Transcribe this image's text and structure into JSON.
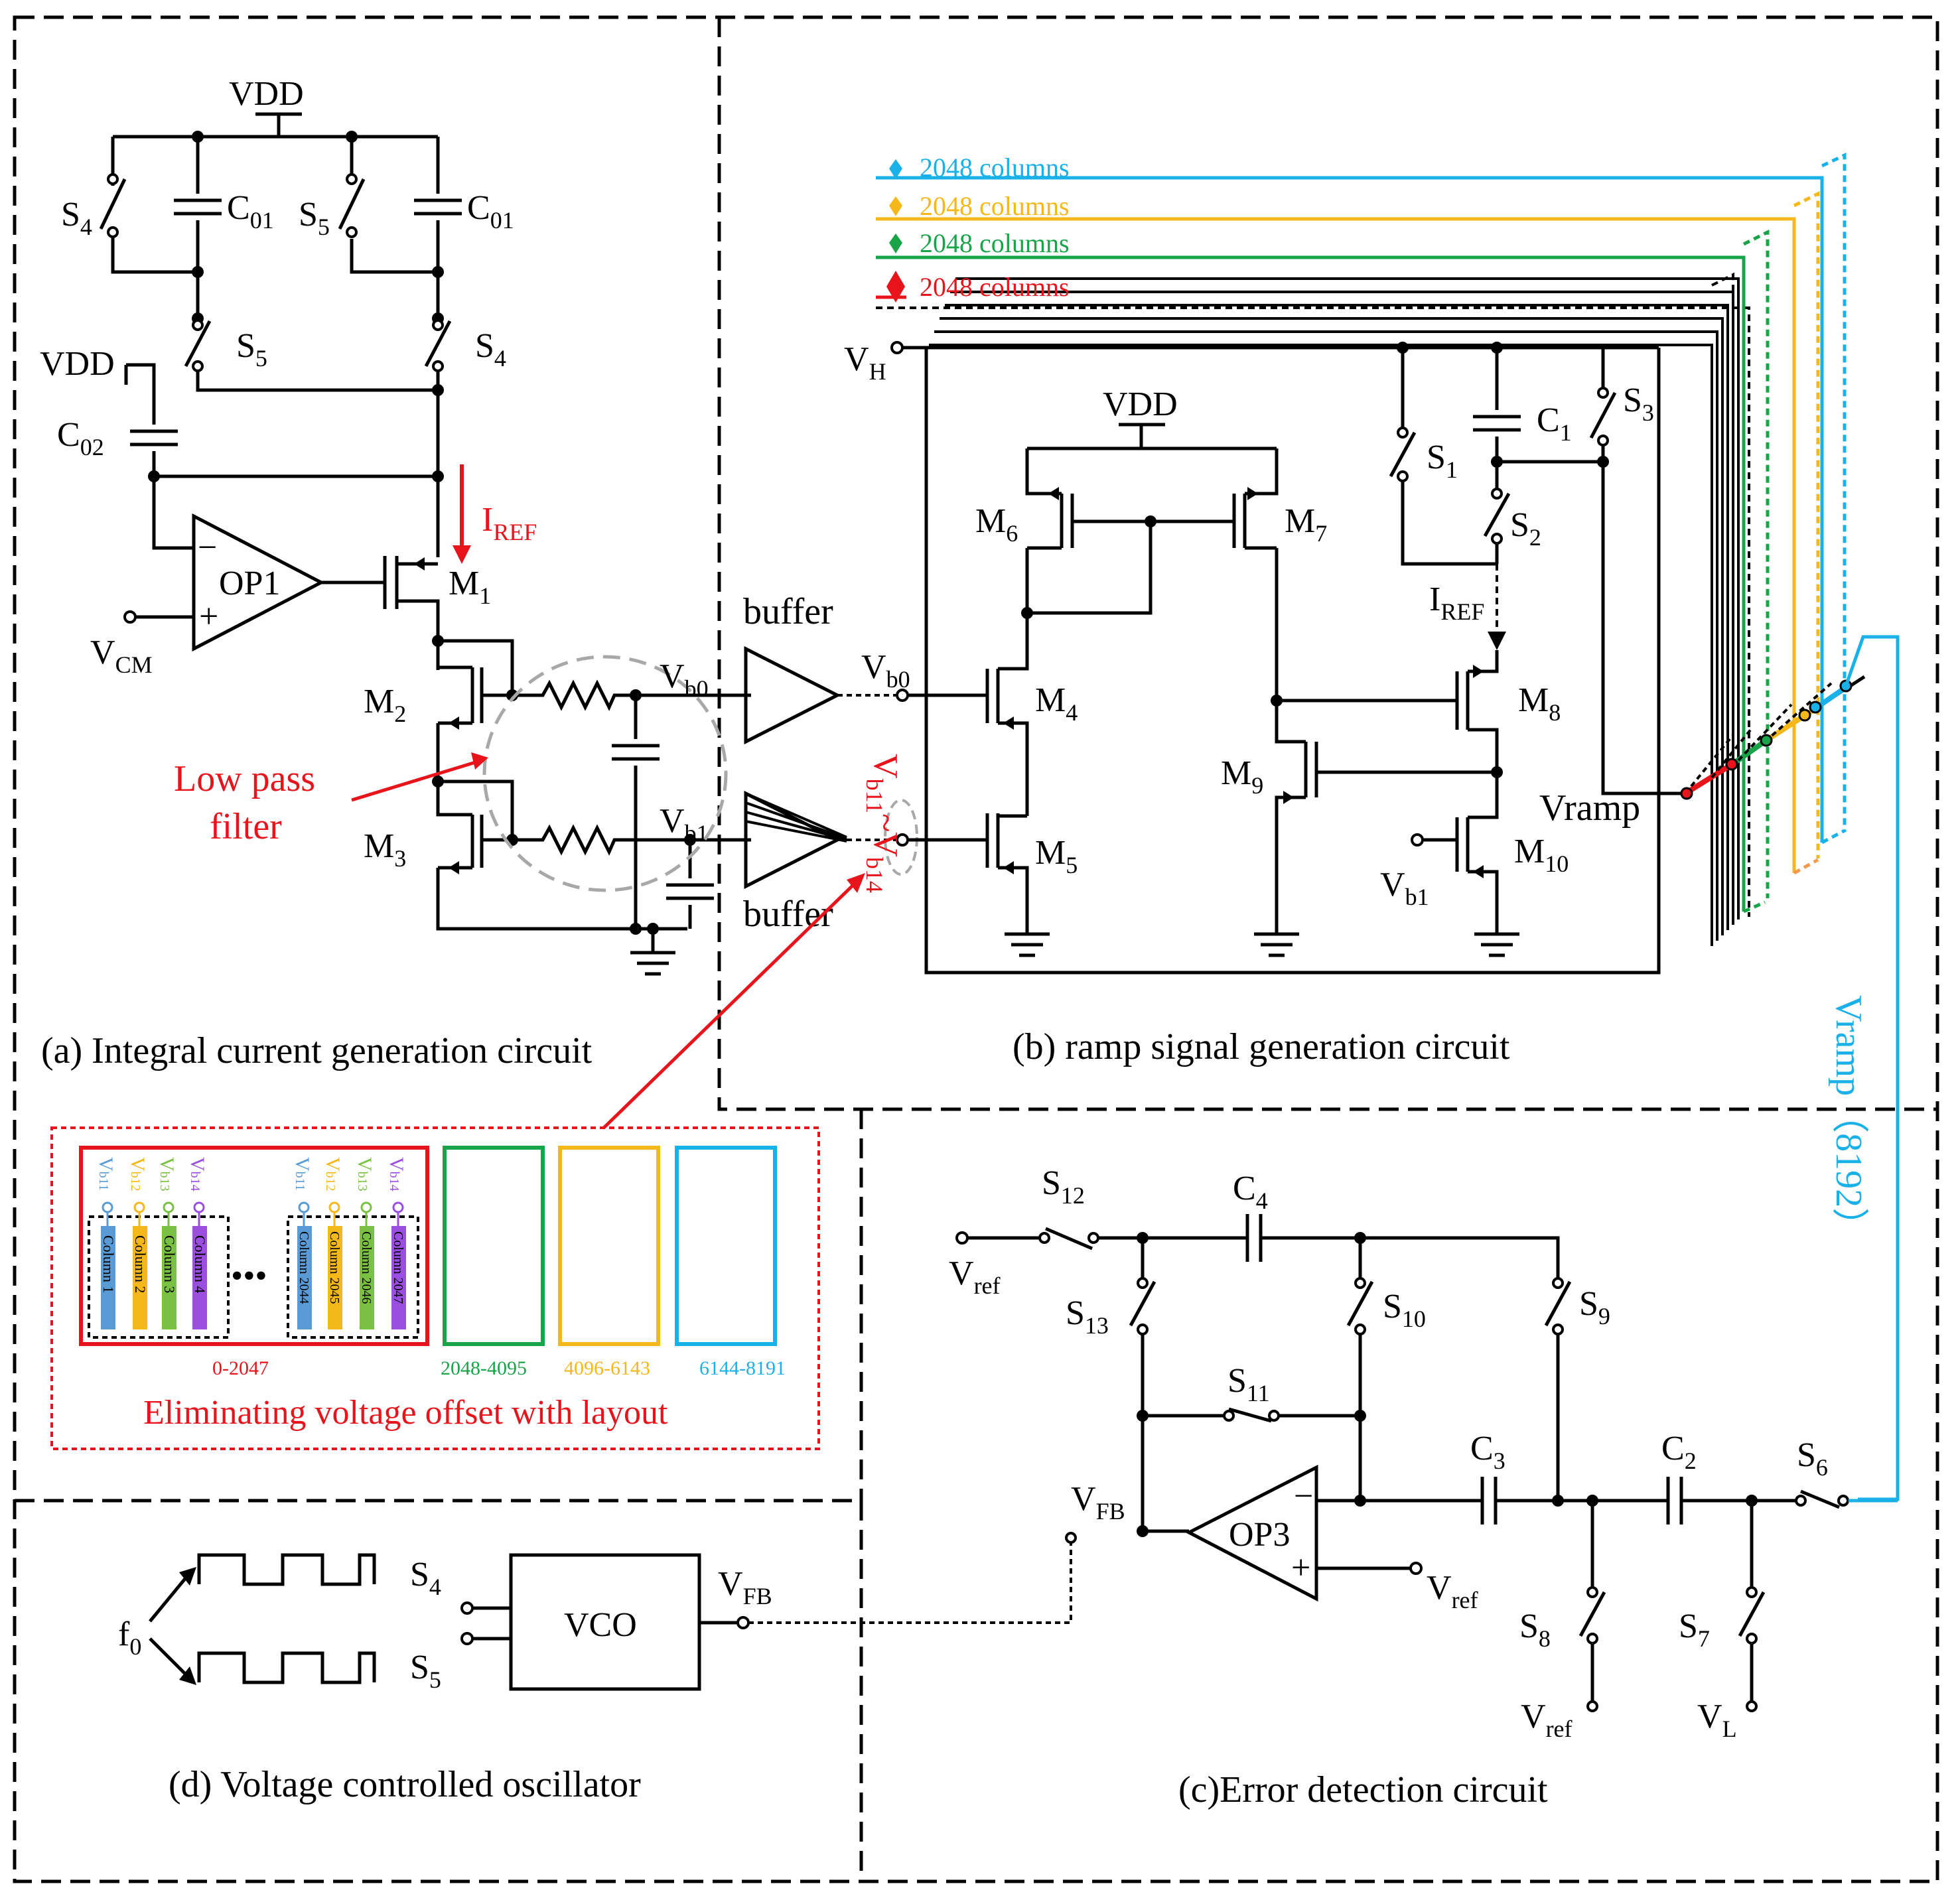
{
  "colors": {
    "red": "#e8141c",
    "blue": "#1ab0e8",
    "yellow": "#f5b81a",
    "green": "#19a44a",
    "purple": "#9b4fe0",
    "lightblue": "#5b9bd5",
    "lime": "#7ac143",
    "gray": "#a8a8a8"
  },
  "panels": {
    "a": "(a) Integral current generation circuit",
    "b": "(b) ramp signal generation circuit",
    "c": "(c)Error detection circuit",
    "d": "(d) Voltage controlled oscillator"
  },
  "panel_a": {
    "vdd": "VDD",
    "vdd2": "VDD",
    "s4": "S",
    "s4_sub": "4",
    "s5": "S",
    "s5_sub": "5",
    "s5b": "S",
    "s5b_sub": "5",
    "s4b": "S",
    "s4b_sub": "4",
    "c01a": "C",
    "c01a_sub": "01",
    "c01b": "C",
    "c01b_sub": "01",
    "c02": "C",
    "c02_sub": "02",
    "iref": "I",
    "iref_sub": "REF",
    "op1": "OP1",
    "vcm": "V",
    "vcm_sub": "CM",
    "m1": "M",
    "m1_sub": "1",
    "m2": "M",
    "m2_sub": "2",
    "m3": "M",
    "m3_sub": "3",
    "lpf1": "Low pass",
    "lpf2": "filter",
    "vb0": "V",
    "vb0_sub": "b0",
    "vb1": "V",
    "vb1_sub": "b1",
    "buffer1": "buffer",
    "buffer2": "buffer"
  },
  "panel_b": {
    "columns": [
      {
        "label": "2048 columns",
        "color": "blue"
      },
      {
        "label": "2048 columns",
        "color": "yellow"
      },
      {
        "label": "2048 columns",
        "color": "green"
      },
      {
        "label": "2048 columns",
        "color": "red"
      }
    ],
    "vh": "V",
    "vh_sub": "H",
    "vdd": "VDD",
    "c1": "C",
    "c1_sub": "1",
    "s1": "S",
    "s1_sub": "1",
    "s2": "S",
    "s2_sub": "2",
    "s3": "S",
    "s3_sub": "3",
    "iref": "I",
    "iref_sub": "REF",
    "m4": "M",
    "m4_sub": "4",
    "m5": "M",
    "m5_sub": "5",
    "m6": "M",
    "m6_sub": "6",
    "m7": "M",
    "m7_sub": "7",
    "m8": "M",
    "m8_sub": "8",
    "m9": "M",
    "m9_sub": "9",
    "m10": "M",
    "m10_sub": "10",
    "vb0": "V",
    "vb0_sub": "b0",
    "vb1": "V",
    "vb1_sub": "b1",
    "vb11_14": "V",
    "vb11_sub": "b11",
    "vb14_sep": "~V",
    "vb14_sub": "b14",
    "vramp": "Vramp",
    "vramp_count": "Vramp（8192）"
  },
  "layout_box": {
    "title": "Eliminating voltage offset with layout",
    "pins": [
      {
        "v": "V",
        "sub": "b11",
        "color": "lightblue"
      },
      {
        "v": "V",
        "sub": "b12",
        "color": "yellow"
      },
      {
        "v": "V",
        "sub": "b13",
        "color": "lime"
      },
      {
        "v": "V",
        "sub": "b14",
        "color": "purple"
      }
    ],
    "columns_left": [
      "Column 1",
      "Column 2",
      "Column 3",
      "Column 4"
    ],
    "columns_right": [
      "Column 2044",
      "Column 2045",
      "Column 2046",
      "Column 2047"
    ],
    "ellipsis": "•••",
    "ranges": [
      {
        "label": "0-2047",
        "color": "red"
      },
      {
        "label": "2048-4095",
        "color": "green"
      },
      {
        "label": "4096-6143",
        "color": "yellow"
      },
      {
        "label": "6144-8191",
        "color": "blue"
      }
    ]
  },
  "panel_c": {
    "s12": "S",
    "s12_sub": "12",
    "s13": "S",
    "s13_sub": "13",
    "s10": "S",
    "s10_sub": "10",
    "s11": "S",
    "s11_sub": "11",
    "s9": "S",
    "s9_sub": "9",
    "s8": "S",
    "s8_sub": "8",
    "s7": "S",
    "s7_sub": "7",
    "s6": "S",
    "s6_sub": "6",
    "c4": "C",
    "c4_sub": "4",
    "c3": "C",
    "c3_sub": "3",
    "c2": "C",
    "c2_sub": "2",
    "vref1": "V",
    "vref1_sub": "ref",
    "vref2": "V",
    "vref2_sub": "ref",
    "vref3": "V",
    "vref3_sub": "ref",
    "vl": "V",
    "vl_sub": "L",
    "vfb": "V",
    "vfb_sub": "FB",
    "op3": "OP3"
  },
  "panel_d": {
    "f0": "f",
    "f0_sub": "0",
    "s4": "S",
    "s4_sub": "4",
    "s5": "S",
    "s5_sub": "5",
    "vco": "VCO",
    "vfb": "V",
    "vfb_sub": "FB"
  }
}
